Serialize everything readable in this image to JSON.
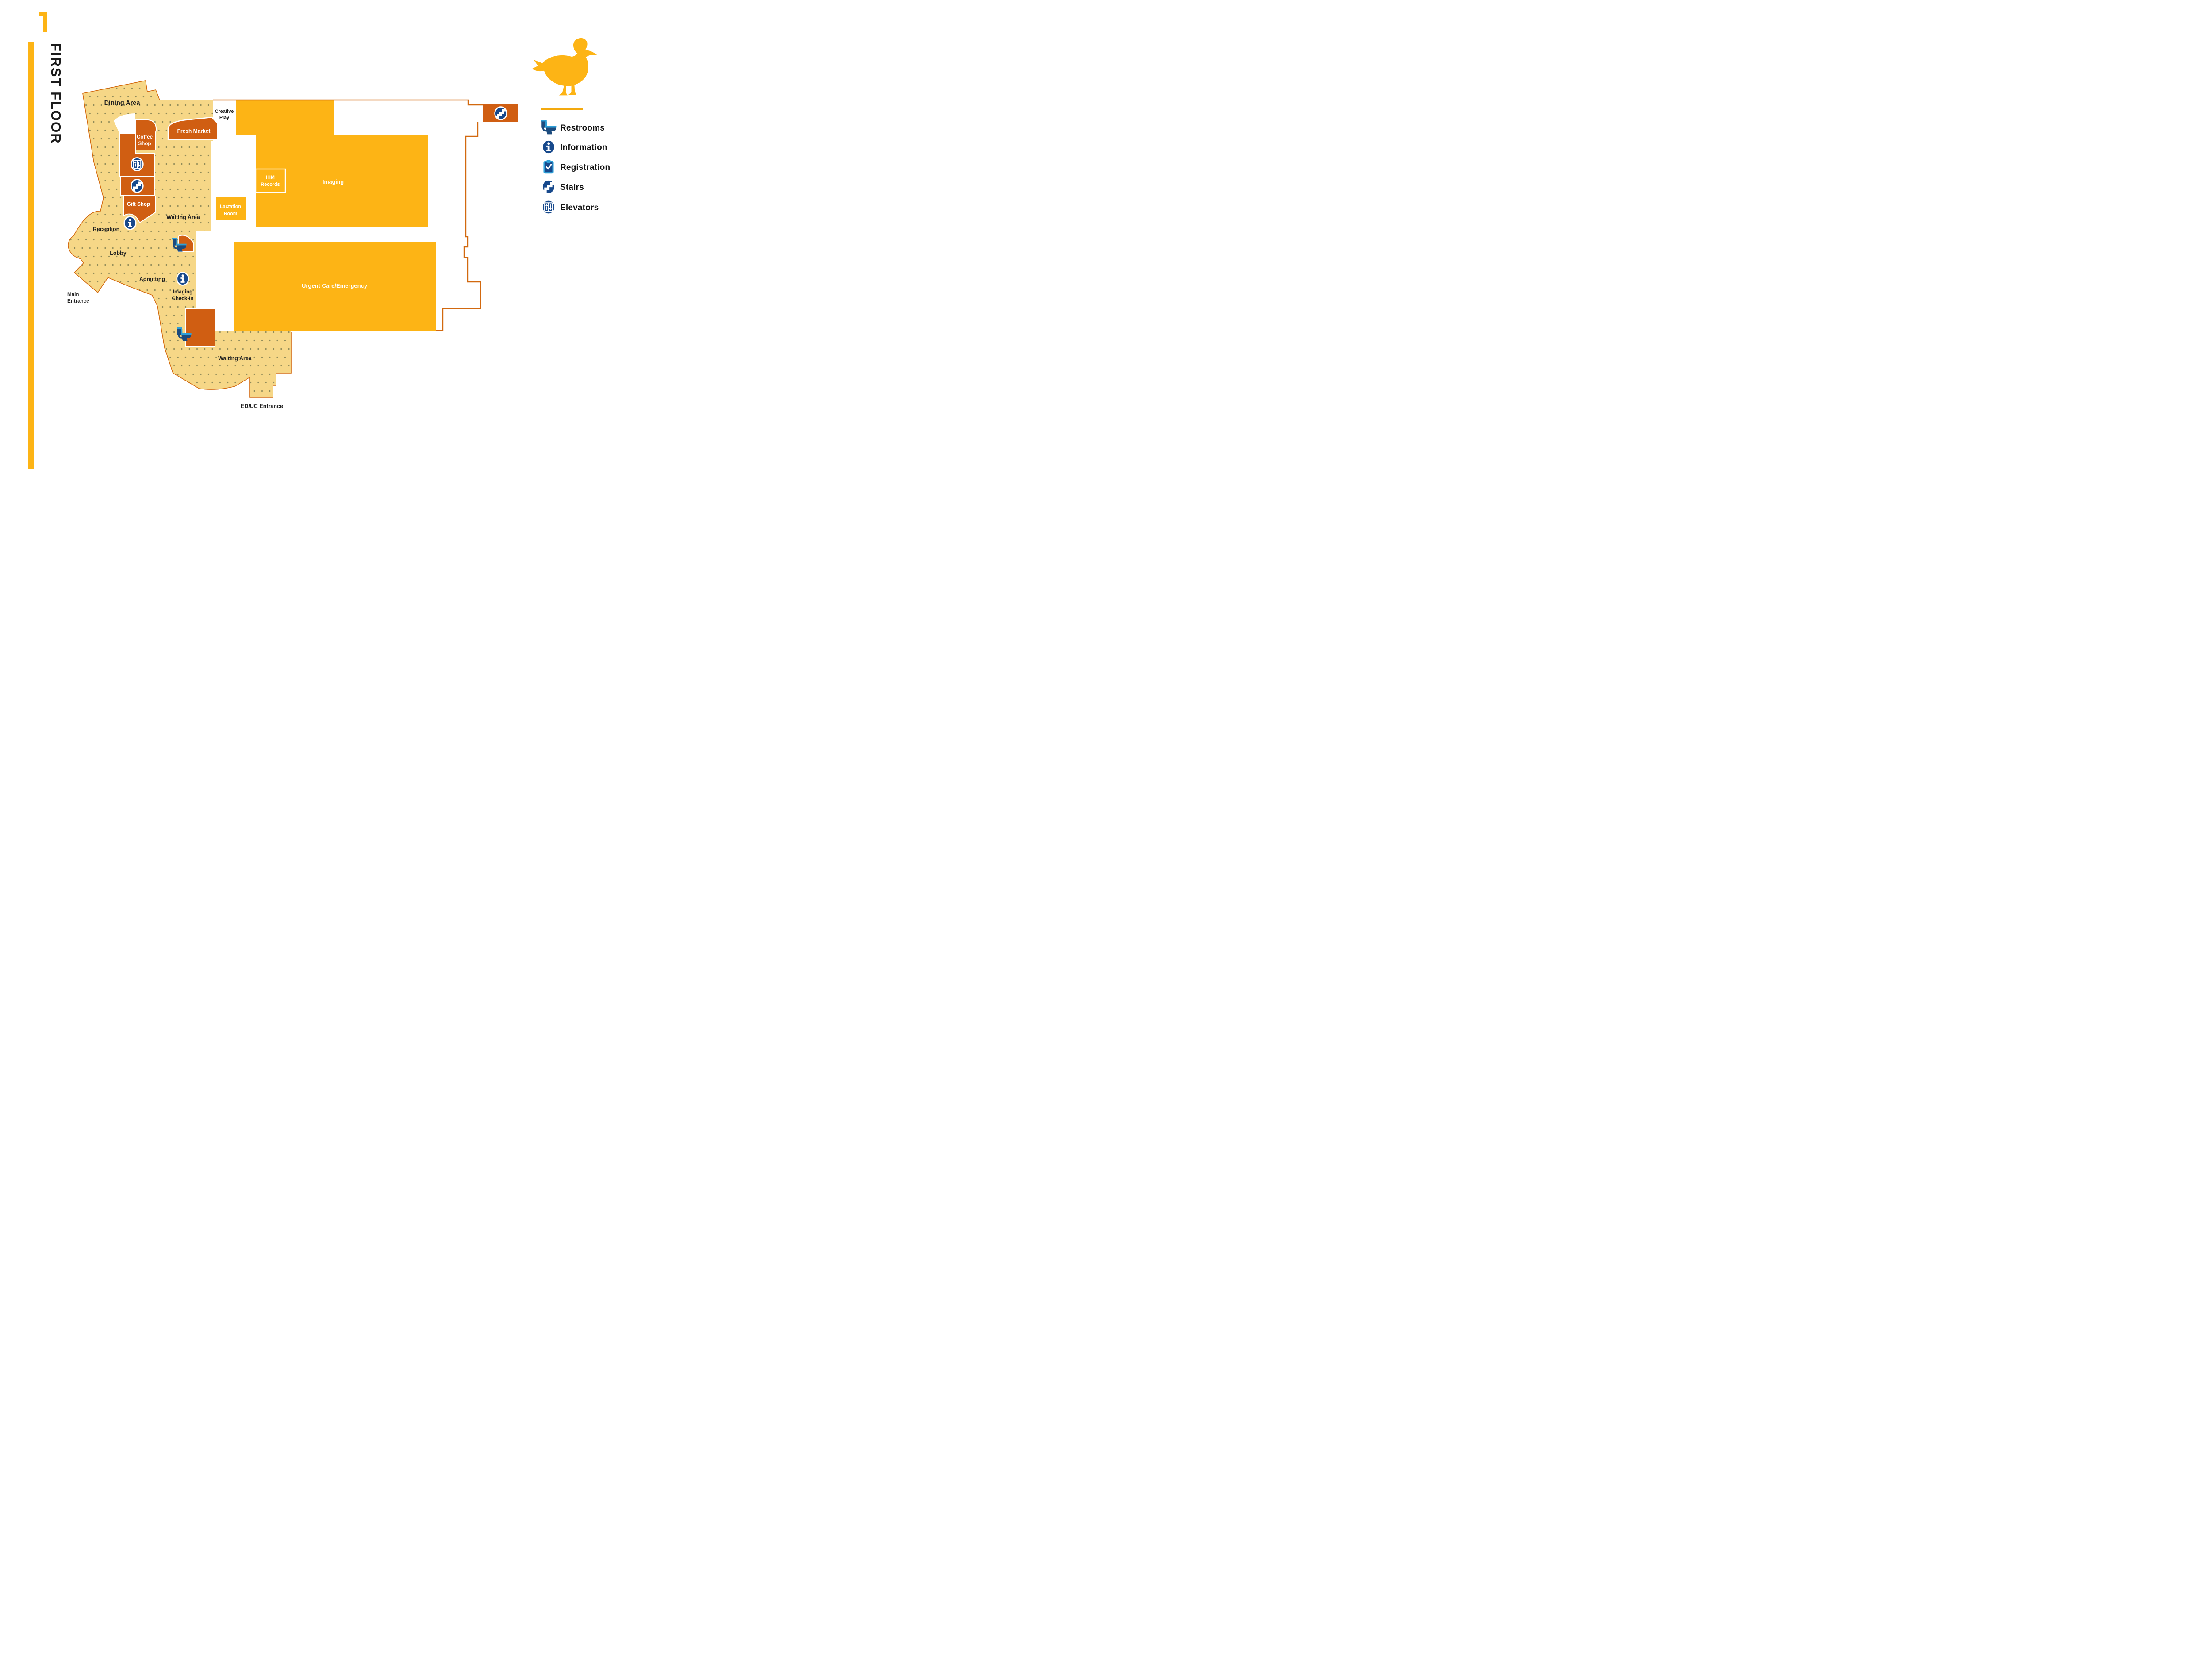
{
  "sidebar": {
    "floor_number": "1",
    "floor_title": "FIRST FLOOR"
  },
  "map": {
    "labels": {
      "dining_area": "Dining Area",
      "creative_play": [
        "Creative",
        "Play"
      ],
      "fresh_market": "Fresh Market",
      "coffee_shop": [
        "Coffee",
        "Shop"
      ],
      "gift_shop": "Gift Shop",
      "him_records": [
        "HIM",
        "Records"
      ],
      "imaging": "Imaging",
      "lactation_room": [
        "Lactation",
        "Room"
      ],
      "waiting_area_upper": "Waiting Area",
      "reception": "Reception",
      "lobby": "Lobby",
      "admitting": "Admitting",
      "main_entrance": [
        "Main",
        "Entrance"
      ],
      "imaging_check_in": [
        "Imaging",
        "Check-In"
      ],
      "urgent_care": "Urgent Care/Emergency",
      "waiting_area_lower": "Waiting Area",
      "ed_uc_entrance": "ED/UC Entrance"
    }
  },
  "legend": {
    "items": [
      {
        "id": "restrooms",
        "label": "Restrooms",
        "icon": "toilet-icon"
      },
      {
        "id": "information",
        "label": "Information",
        "icon": "info-icon"
      },
      {
        "id": "registration",
        "label": "Registration",
        "icon": "clipboard-check-icon"
      },
      {
        "id": "stairs",
        "label": "Stairs",
        "icon": "stairs-icon"
      },
      {
        "id": "elevators",
        "label": "Elevators",
        "icon": "elevator-icon"
      }
    ]
  },
  "colors": {
    "accent_yellow": "#FDB415",
    "pale_dotted_yellow": "#F6D787",
    "dot": "#8F8A58",
    "orange": "#D05E12",
    "outline_orange": "#D2690F",
    "dark_blue": "#17498C",
    "light_blue": "#2D9FD8",
    "text_dark": "#1F1F1F"
  }
}
